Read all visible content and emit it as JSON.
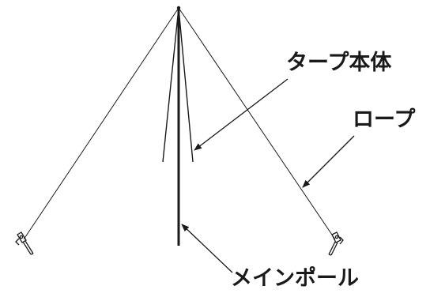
{
  "labels": {
    "tarp_body": "タープ本体",
    "rope": "ロープ",
    "main_pole": "メインポール"
  },
  "colors": {
    "line": "#1a1a1a",
    "background": "#ffffff"
  }
}
